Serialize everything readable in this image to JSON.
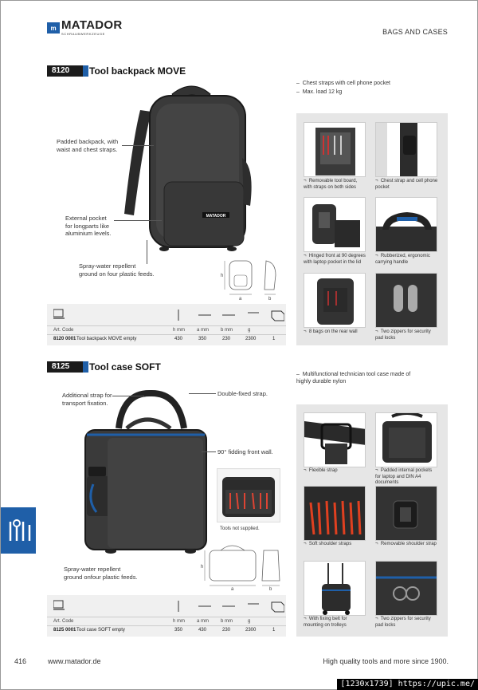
{
  "header": {
    "brand": "MATADOR",
    "brand_mark": "m",
    "brand_subtitle": "SCHRAUBWERKZEUGE",
    "section": "BAGS AND CASES"
  },
  "product1": {
    "code": "8120",
    "title": "Tool backpack MOVE",
    "bag_brand": "MATADOR",
    "bullets": [
      "Chest straps with cell phone pocket",
      "Max. load 12 kg"
    ],
    "callouts": {
      "padded": "Padded backpack, with\nwaist and chest straps.",
      "pocket": "External pocket\nfor longparts like\naluminium levels.",
      "feet": "Spray-water repellent\nground on four plastic feeds."
    },
    "dim_labels": {
      "h": "h",
      "a": "a",
      "b": "b"
    },
    "gallery": [
      {
        "caption": "Removable tool board,\nwith straps on both sides"
      },
      {
        "caption": "Chest strap and cell phone\npocket"
      },
      {
        "caption": "Hinged front at 90 degrees\nwith laptop pocket in the lid"
      },
      {
        "caption": "Rubberized, ergonomic\ncarrying handle"
      },
      {
        "caption": "8 bags on the rear wall"
      },
      {
        "caption": "Two zippers for security\npad locks"
      }
    ],
    "spec": {
      "headers": [
        "Art. Code",
        "",
        "h mm",
        "a mm",
        "b mm",
        "g",
        ""
      ],
      "row": [
        "8120 0001",
        "Tool backpack MOVE empty",
        "430",
        "350",
        "230",
        "2300",
        "1"
      ]
    }
  },
  "product2": {
    "code": "8125",
    "title": "Tool case SOFT",
    "bullets": [
      "Multifunctional technician tool case made of\nhighly durable nylon"
    ],
    "callouts": {
      "strap": "Additional strap for\ntransport fixation.",
      "double": "Double-fixed strap.",
      "folding": "90° fidding front wall.",
      "feet": "Spray-water repellent\nground onfour plastic feeds."
    },
    "tools_note": "Tools not supplied.",
    "dim_labels": {
      "h": "h",
      "a": "a",
      "b": "b"
    },
    "gallery": [
      {
        "caption": "Flexible strap"
      },
      {
        "caption": "Padded internal pockets\nfor laptop and DIN A4\ndocuments"
      },
      {
        "caption": "Soft shoulder straps"
      },
      {
        "caption": "Removable shoulder strap"
      },
      {
        "caption": "With fixing belt for\nmounting on trolleys"
      },
      {
        "caption": "Two zippers for security\npad locks"
      }
    ],
    "spec": {
      "headers": [
        "Art. Code",
        "",
        "h mm",
        "a mm",
        "b mm",
        "g",
        ""
      ],
      "row": [
        "8125 0001",
        "Tool case SOFT empty",
        "350",
        "430",
        "230",
        "2300",
        "1"
      ]
    }
  },
  "footer": {
    "page_number": "416",
    "url": "www.matador.de",
    "tagline": "High quality tools and more since 1900.",
    "watermark": "[1230x1739] https://upic.me/"
  },
  "colors": {
    "accent": "#1f5fa8",
    "badge": "#1b1b1b",
    "gallery_bg": "#e6e6e6"
  }
}
